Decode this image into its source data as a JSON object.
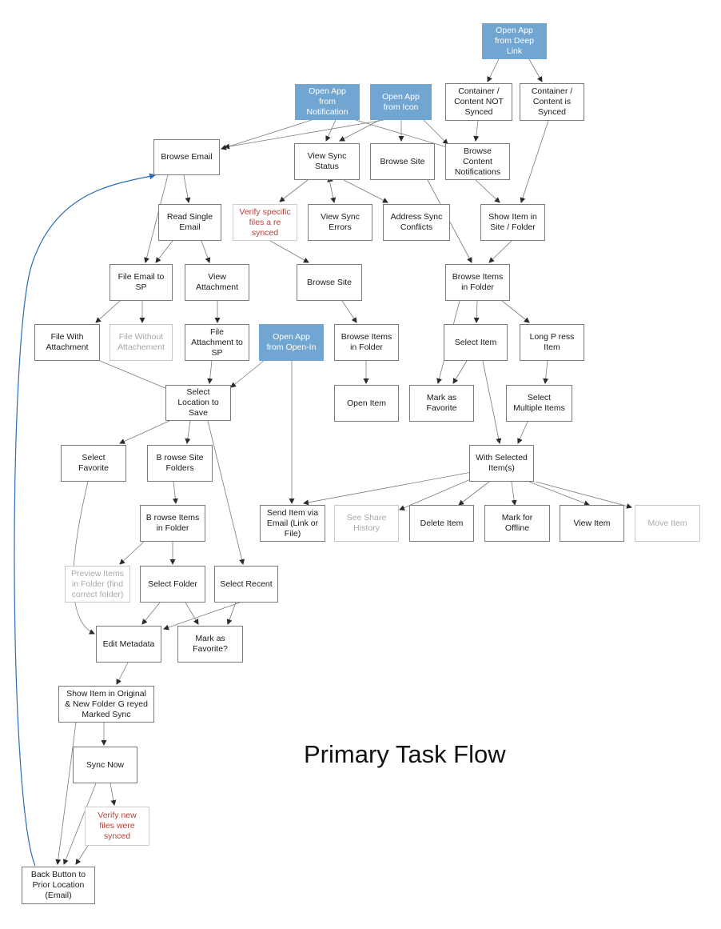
{
  "title": "Primary Task Flow",
  "nodes": {
    "open_deep_link": "Open App\nfrom Deep\nLink",
    "open_notification": "Open App\nfrom\nNotification",
    "open_icon": "Open App\nfrom Icon",
    "container_not_synced": "Container /\nContent NOT\nSynced",
    "container_synced": "Container /\nContent is\nSynced",
    "browse_email": "Browse Email",
    "view_sync_status": "View Sync\nStatus",
    "browse_site_top": "Browse Site",
    "browse_content_notifications": "Browse\nContent\nNotifications",
    "read_single_email": "Read Single\nEmail",
    "verify_specific_files": "Verify specific\nfiles a re\nsynced",
    "view_sync_errors": "View Sync\nErrors",
    "address_sync_conflicts": "Address Sync\nConflicts",
    "show_item_site_folder": "Show Item in\nSite / Folder",
    "file_email_sp": "File Email to\nSP",
    "view_attachment": "View\nAttachment",
    "browse_site_mid": "Browse Site",
    "browse_items_folder_right": "Browse Items\nin Folder",
    "file_with_attachment": "File With\nAttachment",
    "file_without_attachment": "File Without\nAttachement",
    "file_attachment_sp": "File\nAttachment to\nSP",
    "open_open_in": "Open App\nfrom Open-In",
    "browse_items_folder_mid": "Browse Items\nin Folder",
    "select_item": "Select Item",
    "long_press_item": "Long P ress\nItem",
    "select_location_save": "Select\nLocation to\nSave",
    "open_item": "Open Item",
    "mark_favorite_right": "Mark as\nFavorite",
    "select_multiple_items": "Select\nMultiple Items",
    "select_favorite": "Select\nFavorite",
    "browse_site_folders": "B rowse Site\nFolders",
    "with_selected_items": "With Selected\nItem(s)",
    "send_item_email": "Send Item via\nEmail (Link or\nFile)",
    "see_share_history": "See Share\nHistory",
    "delete_item": "Delete Item",
    "mark_offline": "Mark for\nOffline",
    "view_item": "View Item",
    "move_item": "Move Item",
    "browse_items_folder_left": "B rowse Items\nin Folder",
    "preview_items_folder": "Preview Items\nin Folder (find\ncorrect folder)",
    "select_folder": "Select Folder",
    "select_recent": "Select Recent",
    "edit_metadata": "Edit Metadata",
    "mark_favorite_q": "Mark as\nFavorite?",
    "show_item_original": "Show Item in Original\n& New Folder G   reyed\nMarked Sync",
    "sync_now": "Sync Now",
    "verify_new_files": "Verify new\nfiles were\nsynced",
    "back_button": "Back Button to\nPrior Location\n(Email)"
  },
  "colors": {
    "entry_fill": "#71a6d2",
    "verify_text": "#b3413c",
    "disabled_text": "#a9a9a9",
    "back_link": "#2b6cb6",
    "connector": "#7a7a7a"
  }
}
